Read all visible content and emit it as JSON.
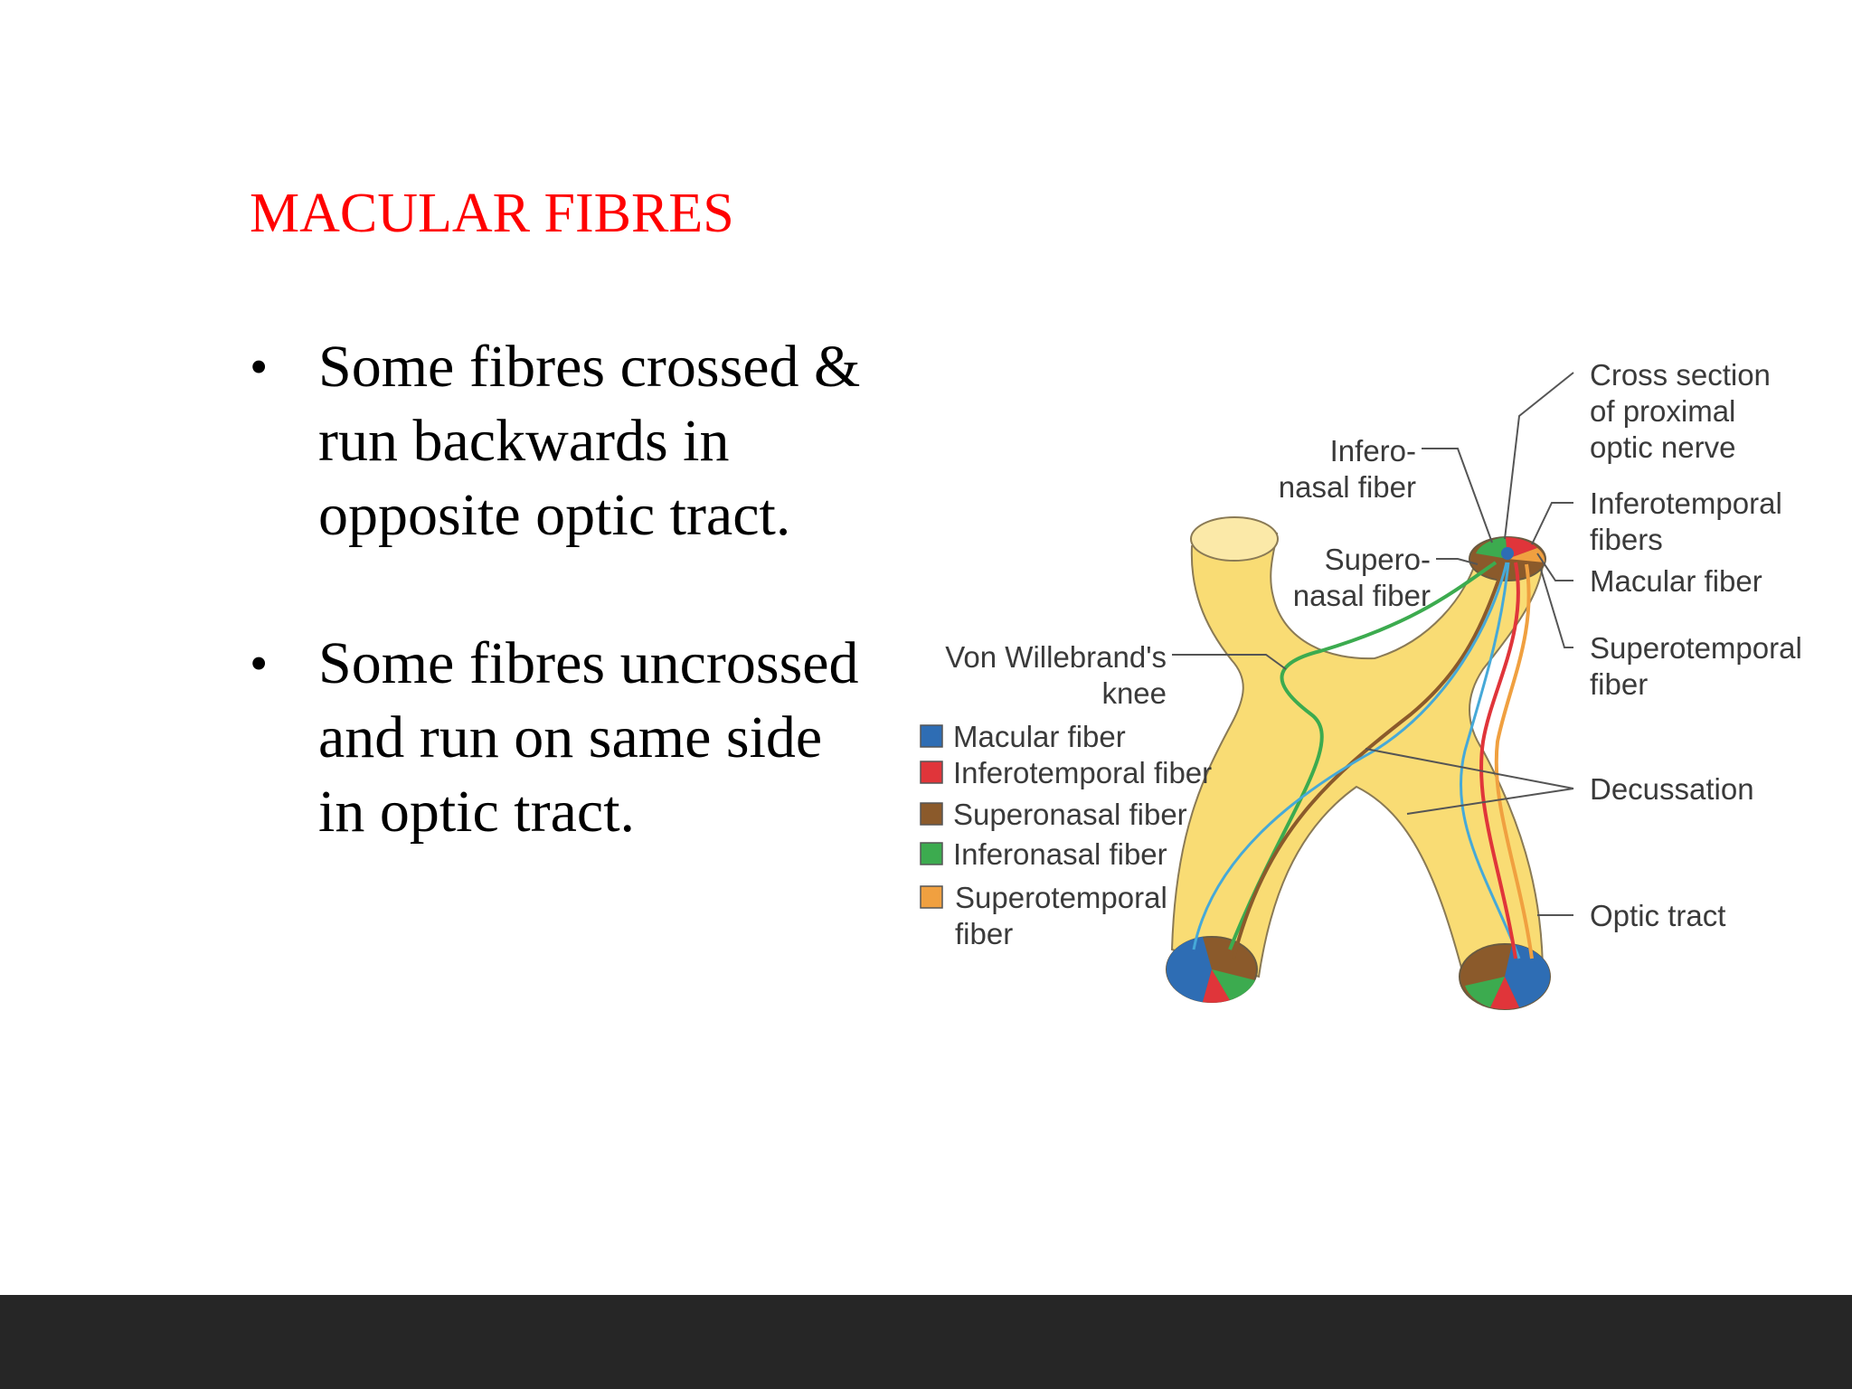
{
  "slide": {
    "title": "MACULAR FIBRES",
    "bullets": [
      {
        "lines": [
          "Some fibres crossed &",
          "run backwards in",
          "opposite optic tract."
        ]
      },
      {
        "lines": [
          "Some fibres uncrossed",
          "and run on same side",
          "in optic tract."
        ]
      }
    ],
    "bullet_glyph": "•"
  },
  "diagram": {
    "labels": {
      "cross_section": [
        "Cross section",
        "of proximal",
        "optic nerve"
      ],
      "inferonasal": [
        "Infero-",
        "nasal fiber"
      ],
      "superonasal": [
        "Supero-",
        "nasal fiber"
      ],
      "inferotemporal": [
        "Inferotemporal",
        "fibers"
      ],
      "macular": [
        "Macular fiber"
      ],
      "superotemporal": [
        "Superotemporal",
        "fiber"
      ],
      "von_willebrand": [
        "Von Willebrand's",
        "knee"
      ],
      "decussation": [
        "Decussation"
      ],
      "optic_tract": [
        "Optic tract"
      ]
    },
    "legend": [
      {
        "lines": [
          "Macular fiber"
        ],
        "color": "#2e6db4"
      },
      {
        "lines": [
          "Inferotemporal fiber"
        ],
        "color": "#e0353a"
      },
      {
        "lines": [
          "Superonasal fiber"
        ],
        "color": "#8b5a2b"
      },
      {
        "lines": [
          "Inferonasal fiber"
        ],
        "color": "#3cab4f"
      },
      {
        "lines": [
          "Superotemporal",
          "fiber"
        ],
        "color": "#f0a040"
      }
    ],
    "colors": {
      "chiasm_fill": "#f9dc74",
      "chiasm_outline": "#8a7a55",
      "macular": "#2e6db4",
      "macular_line": "#46a9d8",
      "inferotemporal": "#e0353a",
      "superonasal": "#8b5a2b",
      "inferonasal": "#3cab4f",
      "superotemporal": "#f0a040"
    }
  },
  "footer": {
    "color": "#262626"
  }
}
